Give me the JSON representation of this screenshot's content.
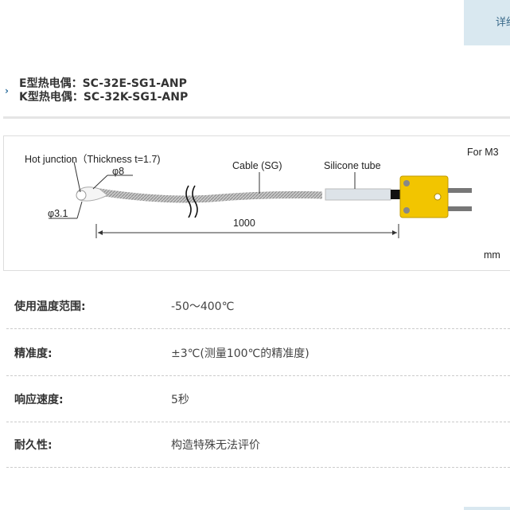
{
  "header": {
    "detail_button": "详细"
  },
  "models": [
    "E型热电偶：SC-32E-SG1-ANP",
    "K型热电偶：SC-32K-SG1-ANP"
  ],
  "diagram": {
    "hot_junction": "Hot junction（Thickness t=1.7)",
    "phi8": "φ8",
    "phi31": "φ3.1",
    "cable": "Cable (SG)",
    "silicone": "Silicone tube",
    "length": "1000",
    "for_m3": "For M3",
    "unit": "mm",
    "connector_color": "#f2c500"
  },
  "specs": [
    {
      "key": "使用温度范围:",
      "value": "-50～400℃"
    },
    {
      "key": "精准度:",
      "value": "±3℃(测量100℃的精准度)"
    },
    {
      "key": "响应速度:",
      "value": "5秒"
    },
    {
      "key": "耐久性:",
      "value": "构造特殊无法评价"
    }
  ]
}
